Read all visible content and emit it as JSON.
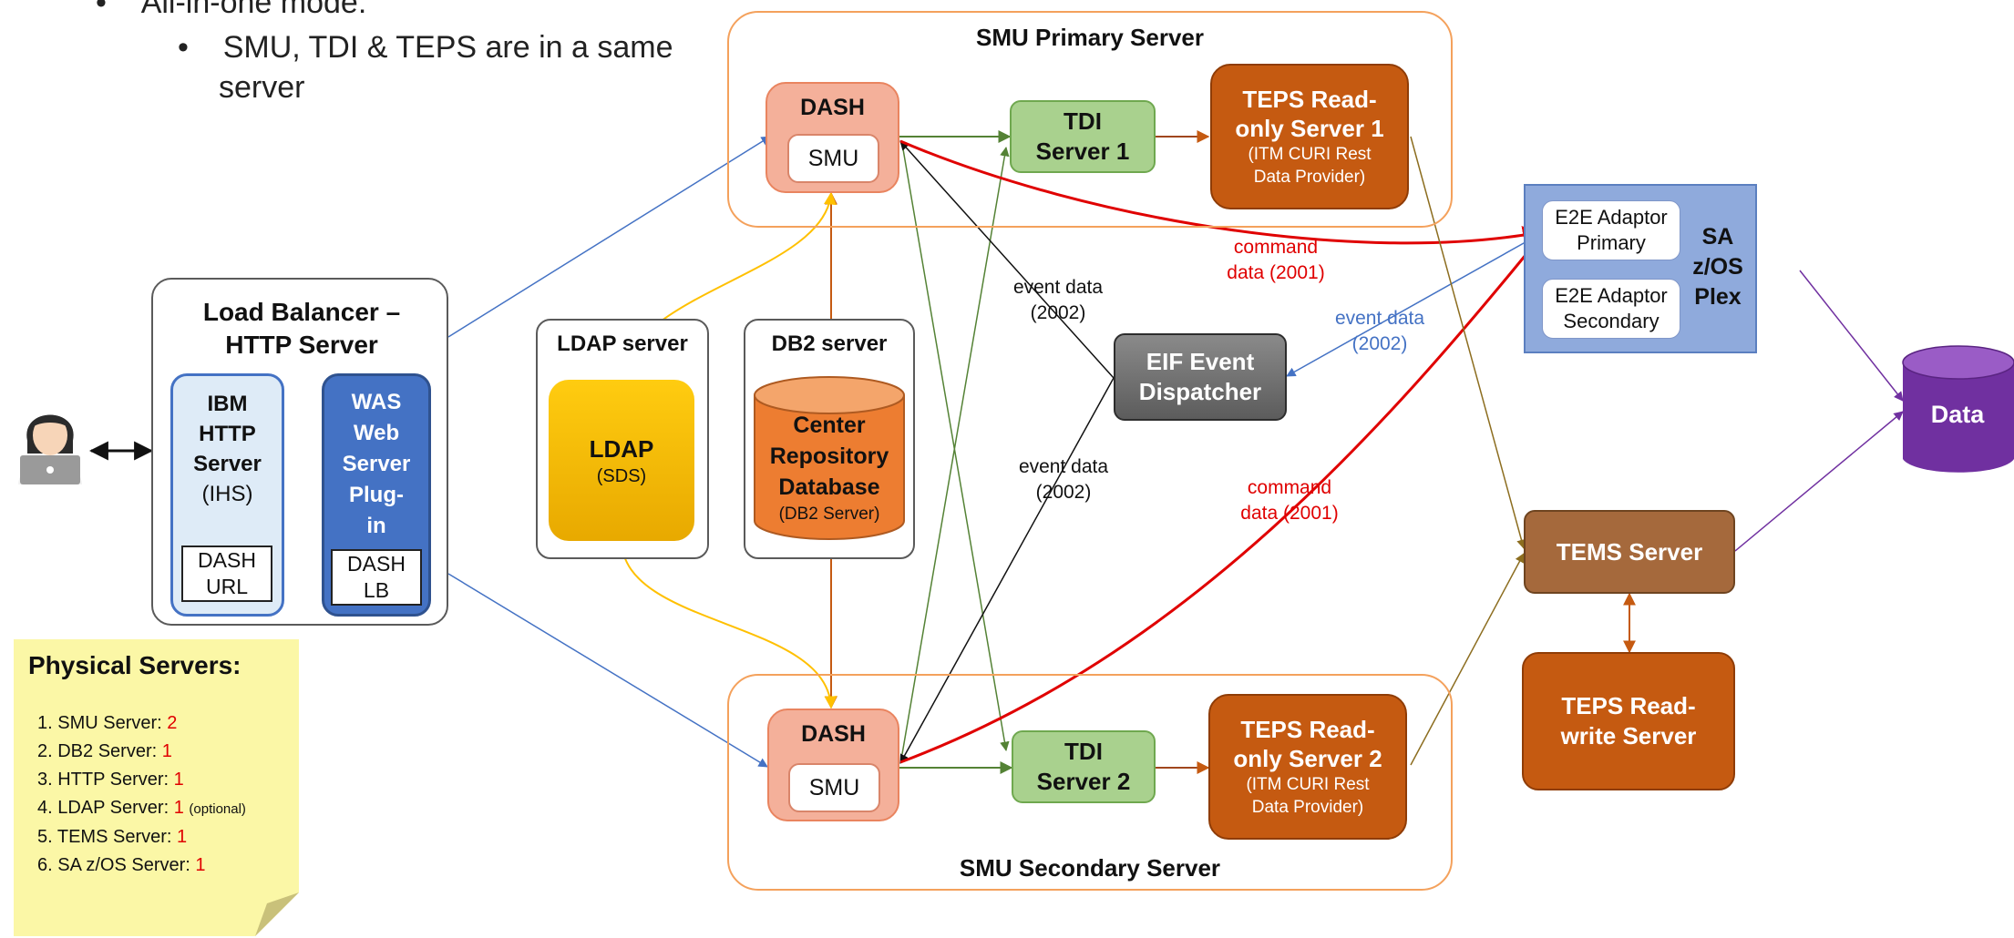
{
  "bullets": {
    "level1": "All-in-one mode:",
    "level2_line1": "SMU, TDI & TEPS are in a same",
    "level2_line2": "server"
  },
  "smu_primary": {
    "title": "SMU Primary Server",
    "dash": "DASH",
    "smu": "SMU",
    "tdi_line1": "TDI",
    "tdi_line2": "Server 1",
    "teps_line1": "TEPS Read-",
    "teps_line2": "only Server 1",
    "teps_sub1": "(ITM CURI Rest",
    "teps_sub2": "Data Provider)"
  },
  "smu_secondary": {
    "title": "SMU Secondary Server",
    "dash": "DASH",
    "smu": "SMU",
    "tdi_line1": "TDI",
    "tdi_line2": "Server 2",
    "teps_line1": "TEPS Read-",
    "teps_line2": "only Server 2",
    "teps_sub1": "(ITM CURI Rest",
    "teps_sub2": "Data Provider)"
  },
  "load_balancer": {
    "title_line1": "Load Balancer –",
    "title_line2": "HTTP Server",
    "ihs_line1": "IBM",
    "ihs_line2": "HTTP",
    "ihs_line3": "Server",
    "ihs_line4": "(IHS)",
    "ihs_label_line1": "DASH",
    "ihs_label_line2": "URL",
    "was_line1": "WAS",
    "was_line2": "Web",
    "was_line3": "Server",
    "was_line4": "Plug-",
    "was_line5": "in",
    "was_label_line1": "DASH",
    "was_label_line2": "LB"
  },
  "ldap_server": {
    "title": "LDAP server",
    "name": "LDAP",
    "sub": "(SDS)"
  },
  "db2_server": {
    "title": "DB2 server",
    "line1": "Center",
    "line2": "Repository",
    "line3": "Database",
    "sub": "(DB2 Server)"
  },
  "eif": {
    "line1": "EIF Event",
    "line2": "Dispatcher"
  },
  "sa_plex": {
    "adaptor_primary_line1": "E2E Adaptor",
    "adaptor_primary_line2": "Primary",
    "adaptor_secondary_line1": "E2E Adaptor",
    "adaptor_secondary_line2": "Secondary",
    "label_line1": "SA",
    "label_line2": "z/OS",
    "label_line3": "Plex"
  },
  "tems": {
    "label": "TEMS Server"
  },
  "teps_rw": {
    "line1": "TEPS Read-",
    "line2": "write Server"
  },
  "data_store": {
    "label": "Data"
  },
  "edge_labels": {
    "command_upper_line1": "command",
    "command_upper_line2": "data (2001)",
    "command_lower_line1": "command",
    "command_lower_line2": "data (2001)",
    "event_left_upper_line1": "event data",
    "event_left_upper_line2": "(2002)",
    "event_left_lower_line1": "event data",
    "event_left_lower_line2": "(2002)",
    "event_right_line1": "event data",
    "event_right_line2": "(2002)"
  },
  "physical_servers": {
    "title": "Physical Servers:",
    "items": [
      {
        "label": "1. SMU  Server: ",
        "value": "2",
        "note": ""
      },
      {
        "label": "2. DB2   Server: ",
        "value": "1",
        "note": ""
      },
      {
        "label": "3. HTTP Server: ",
        "value": "1",
        "note": ""
      },
      {
        "label": "4. LDAP Server: ",
        "value": "1",
        "note": "(optional)"
      },
      {
        "label": "5. TEMS Server: ",
        "value": "1",
        "note": ""
      },
      {
        "label": "6. SA z/OS Server: ",
        "value": "1",
        "note": ""
      }
    ]
  },
  "colors": {
    "command_arrow": "#e00000",
    "event_label_blue": "#4472c4",
    "green_arrow": "#548235",
    "orange_arrow": "#c55a11",
    "ldap_arrow": "#ffc000",
    "purple_arrow": "#7030a0",
    "data_cylinder": "#7030a0",
    "db2_cylinder": "#ed7d31"
  }
}
